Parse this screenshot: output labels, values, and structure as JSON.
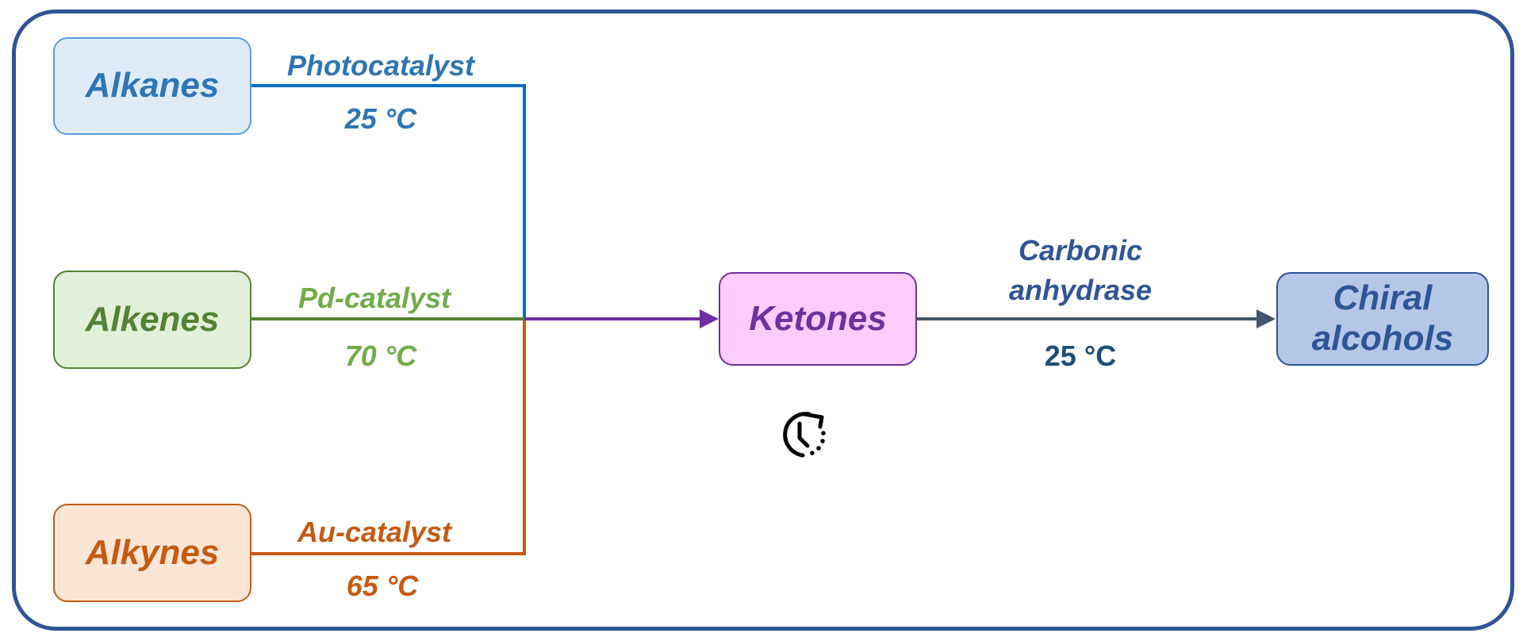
{
  "sources": [
    {
      "name": "Alkanes",
      "catalyst": "Photocatalyst",
      "temperature": "25 °C",
      "color": "#2e75b6",
      "fill": "#deebf7"
    },
    {
      "name": "Alkenes",
      "catalyst": "Pd-catalyst",
      "temperature": "70 °C",
      "color": "#548235",
      "fill": "#e2f0d9"
    },
    {
      "name": "Alkynes",
      "catalyst": "Au-catalyst",
      "temperature": "65 °C",
      "color": "#c55a11",
      "fill": "#fbe5d6"
    }
  ],
  "intermediate": {
    "name": "Ketones",
    "color": "#7030a0",
    "fill": "#ffccff"
  },
  "enzyme_step": {
    "catalyst_line1": "Carbonic",
    "catalyst_line2": "anhydrase",
    "temperature": "25 °C",
    "color": "#2f5597",
    "temp_color": "#1f4e79"
  },
  "product": {
    "line1": "Chiral",
    "line2": "alcohols",
    "color": "#2f5597",
    "fill": "#b4c7e7"
  },
  "icons": {
    "time": "clock-refresh-icon"
  }
}
